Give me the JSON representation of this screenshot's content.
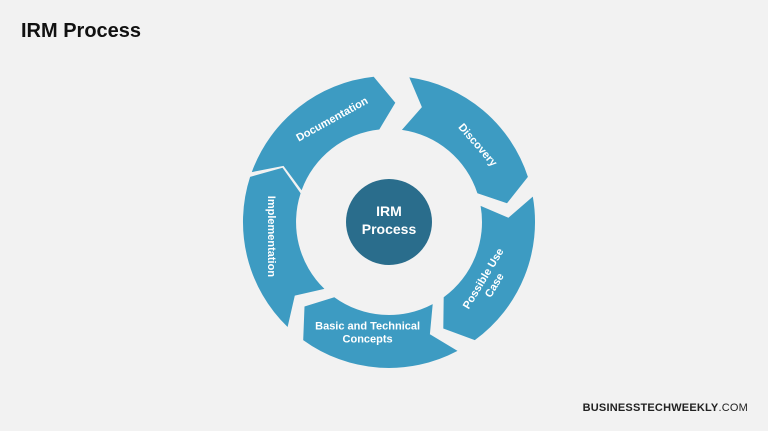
{
  "page": {
    "title": "IRM Process"
  },
  "diagram": {
    "center_lines": [
      "IRM",
      "Process"
    ],
    "segments": [
      {
        "name": "Documentation",
        "lines": [
          "Documentation"
        ]
      },
      {
        "name": "Discovery",
        "lines": [
          "Discovery"
        ]
      },
      {
        "name": "Possible Use Case",
        "lines": [
          "Possible Use",
          "Case"
        ]
      },
      {
        "name": "Basic and Technical Concepts",
        "lines": [
          "Basic and Technical",
          "Concepts"
        ]
      },
      {
        "name": "Implementation",
        "lines": [
          "Implementation"
        ]
      }
    ]
  },
  "brand": {
    "bold": "BUSINESSTECHWEEKLY",
    "light": ".COM"
  },
  "colors": {
    "background": "#f2f2f2",
    "segment": "#3d9bc2",
    "center": "#2a6d8c",
    "text": "#ffffff"
  }
}
